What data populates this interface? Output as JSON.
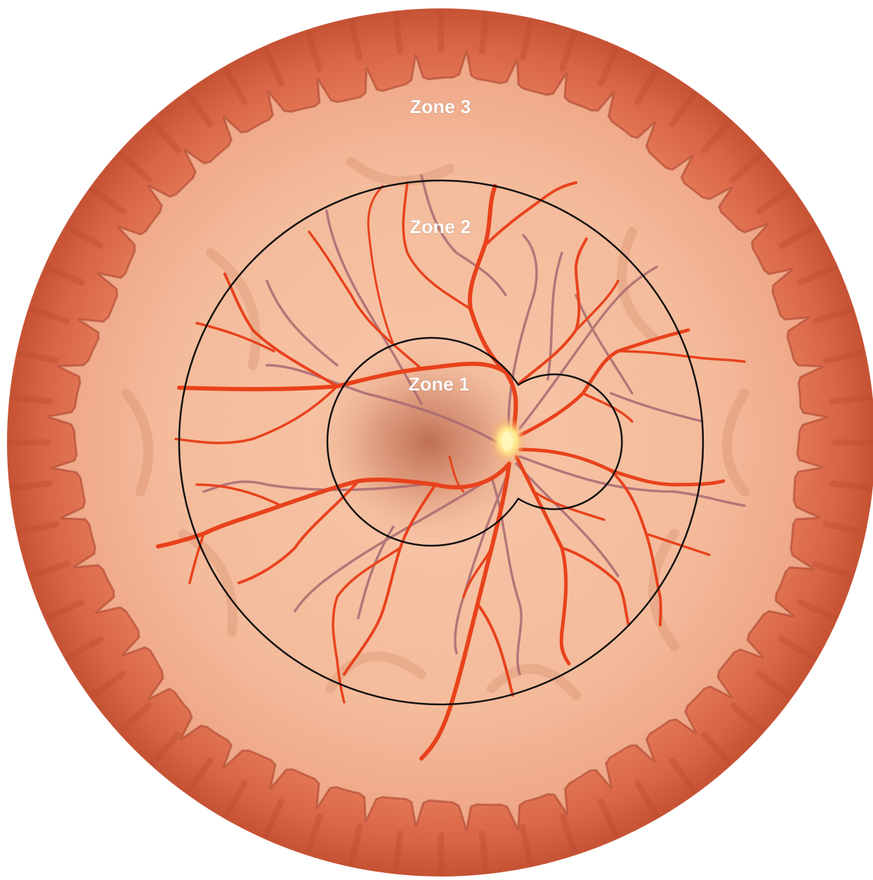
{
  "zones": [
    {
      "id": "zone3",
      "label": "Zone 3"
    },
    {
      "id": "zone2",
      "label": "Zone 2"
    },
    {
      "id": "zone1",
      "label": "Zone 1"
    }
  ],
  "colors": {
    "outer_ring": "#d9694a",
    "outer_ring_dark": "#b8482e",
    "fundus": "#f2b695",
    "fundus_center": "#c77658",
    "vessel": "#e8421c",
    "vein": "#a86a72",
    "optic_disc": "#fff2a0",
    "zone_line": "#111111",
    "label": "#ffffff"
  }
}
